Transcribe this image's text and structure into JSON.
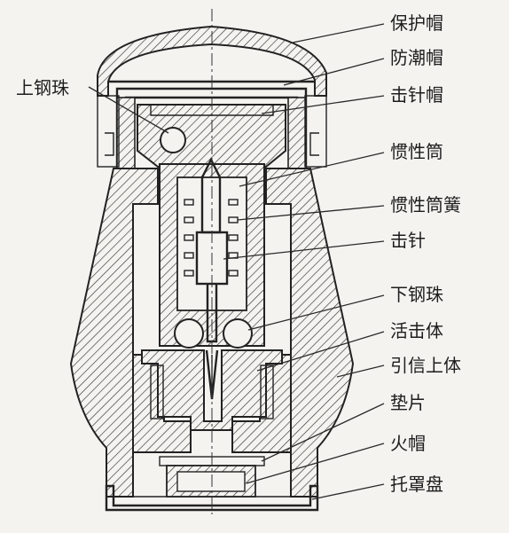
{
  "labels": {
    "protective_cap": "保护帽",
    "moisture_cap": "防潮帽",
    "striker_cap": "击针帽",
    "upper_steel_ball": "上钢珠",
    "inertia_tube": "惯性筒",
    "inertia_tube_spring": "惯性筒簧",
    "firing_pin": "击针",
    "lower_steel_ball": "下钢珠",
    "movable_striker_body": "活击体",
    "fuze_upper_body": "引信上体",
    "gasket": "垫片",
    "primer_cap": "火帽",
    "cover_support_disc": "托罩盘"
  }
}
